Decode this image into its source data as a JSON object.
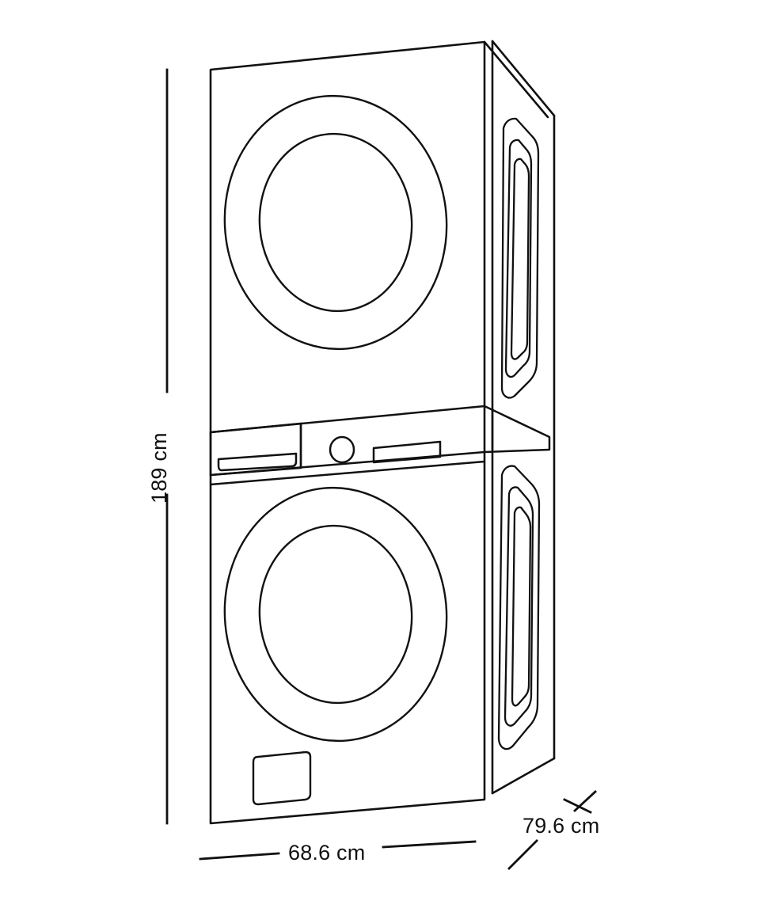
{
  "drawing": {
    "title": "Stacked washer and dryer dimensional line drawing",
    "subject": "stacked-laundry-appliance",
    "view": "front-right-perspective",
    "background_color": "#ffffff",
    "line_color": "#111111"
  },
  "dimensions": {
    "height": {
      "value": "189",
      "unit": "cm",
      "label": "189 cm",
      "orientation": "vertical",
      "position": "left"
    },
    "width": {
      "value": "68.6",
      "unit": "cm",
      "label": "68.6 cm",
      "orientation": "horizontal",
      "position": "bottom"
    },
    "depth": {
      "value": "79.6",
      "unit": "cm",
      "label": "79.6 cm",
      "orientation": "diagonal",
      "position": "bottom-right"
    }
  },
  "units": {
    "upper": {
      "name": "dryer-unit",
      "door": "round-porthole-door",
      "door_rings": 2,
      "side_handle": "recessed-vertical-handle"
    },
    "lower": {
      "name": "washer-unit",
      "door": "round-porthole-door",
      "door_rings": 2,
      "side_handle": "recessed-vertical-handle",
      "access_panel": "filter-access-panel"
    },
    "control_panel": {
      "name": "control-panel",
      "knob": "rotary-program-knob",
      "display": "rectangular-display",
      "drawer": "detergent-drawer"
    }
  }
}
